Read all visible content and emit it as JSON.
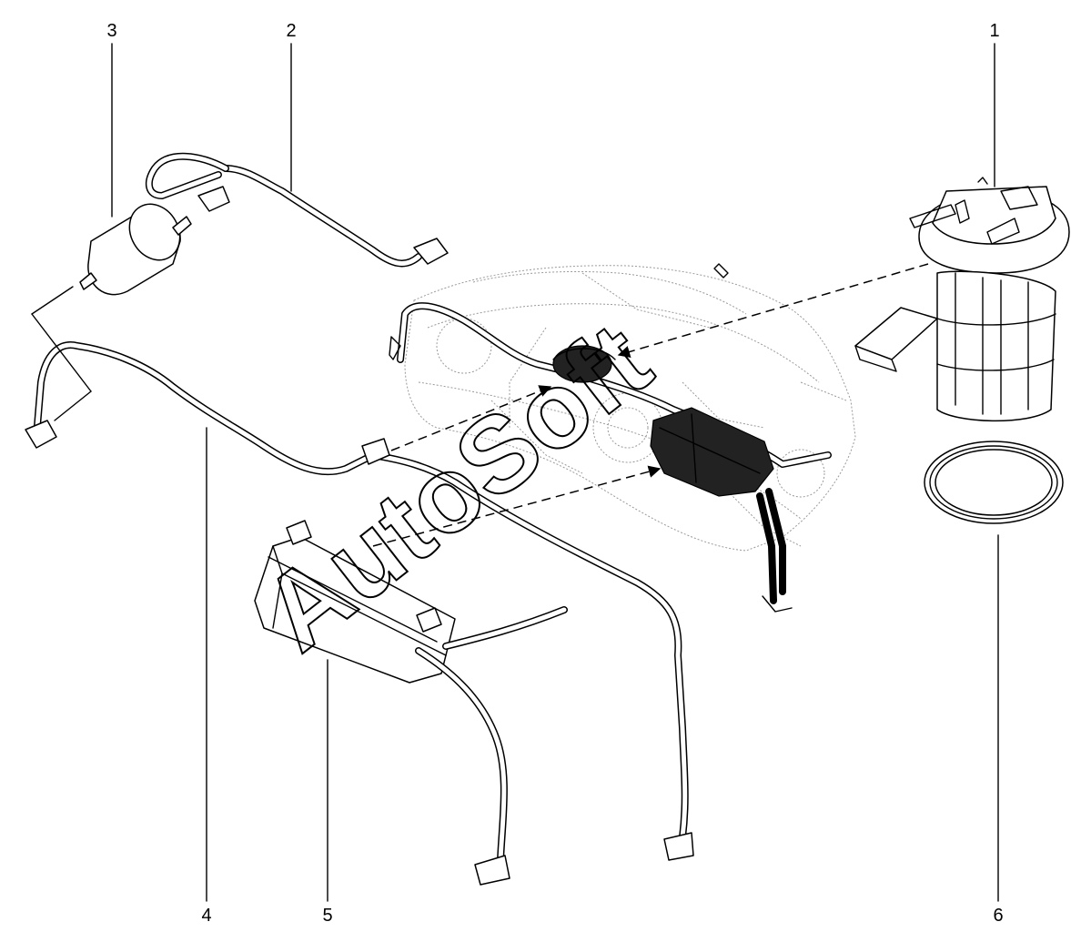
{
  "callouts": [
    {
      "id": "1",
      "label": "1"
    },
    {
      "id": "2",
      "label": "2"
    },
    {
      "id": "3",
      "label": "3"
    },
    {
      "id": "4",
      "label": "4"
    },
    {
      "id": "5",
      "label": "5"
    },
    {
      "id": "6",
      "label": "6"
    }
  ],
  "watermark": "AutoSoft",
  "colors": {
    "ink": "#000000",
    "ghost": "#9a9a9a",
    "background": "#ffffff"
  }
}
